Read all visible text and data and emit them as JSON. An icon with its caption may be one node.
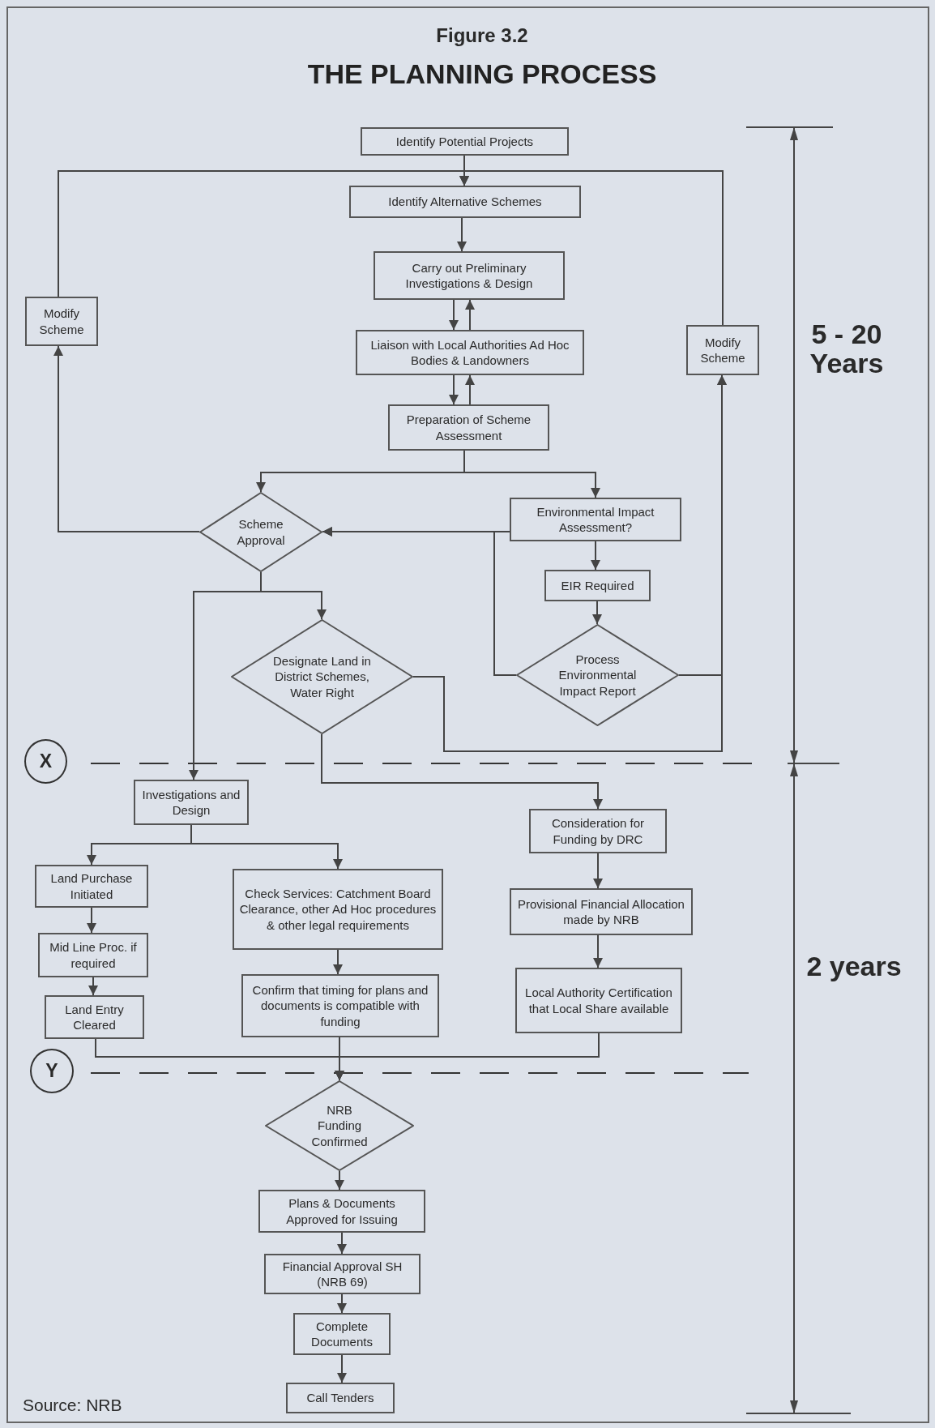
{
  "diagram": {
    "title": "THE PLANNING PROCESS",
    "nodes": [
      {
        "text": [
          "Identify Potential Projects"
        ]
      },
      {
        "text": [
          "Identify Alternative Schemes"
        ]
      },
      {
        "text": [
          "Carry out Preliminary Investigations & Design"
        ]
      },
      {
        "text": [
          "Liaison with Local Authorities Ad Hoc Bodies & Landowners"
        ]
      },
      {
        "text": [
          "Preparation of Scheme Assessment"
        ]
      },
      {
        "text": [
          "Modify Scheme"
        ]
      },
      {
        "text": [
          "Modify Scheme"
        ]
      },
      {
        "text": [
          "Scheme Approval"
        ]
      },
      {
        "text": [
          "Environmental Impact Assessment?"
        ]
      },
      {
        "text": [
          "EIR Required"
        ]
      },
      {
        "text": [
          "Process Environmental Impact Report"
        ]
      },
      {
        "text": [
          "Designate Land in District Schemes, Water Right"
        ]
      },
      {
        "text": [
          "X"
        ]
      },
      {
        "text": [
          "Investigations and Design"
        ]
      },
      {
        "text": [
          "Consideration for Funding by DRC"
        ]
      },
      {
        "text": [
          "Land Purchase Initiated"
        ]
      },
      {
        "text": [
          "Check Services: Catchment Board Clearance, other Ad Hoc procedures & other legal requirements"
        ]
      },
      {
        "text": [
          "Provisional Financial Allocation made by NRB"
        ]
      },
      {
        "text": [
          "Mid Line Proc. if required"
        ]
      },
      {
        "text": [
          "Land Entry Cleared"
        ]
      },
      {
        "text": [
          "Confirm that timing for plans and documents is compatible with funding"
        ]
      },
      {
        "text": [
          "Local Authority Certification that Local Share available"
        ]
      },
      {
        "text": [
          "Y"
        ]
      },
      {
        "text": [
          "NRB Funding Confirmed"
        ]
      },
      {
        "text": [
          "Plans & Documents Approved for Issuing"
        ]
      },
      {
        "text": [
          "Financial Approval SH (NRB 69)"
        ]
      },
      {
        "text": [
          "Complete Documents"
        ]
      },
      {
        "text": [
          "Call Tenders"
        ]
      }
    ],
    "edges": [
      {
        "from": 0,
        "to": 1,
        "arrow": "to"
      },
      {
        "from": 5,
        "to": 1,
        "arrow": "to"
      },
      {
        "from": 6,
        "to": 1,
        "arrow": "to"
      },
      {
        "from": 1,
        "to": 2,
        "arrow": "to"
      },
      {
        "from": 2,
        "to": 3,
        "arrow": "to"
      },
      {
        "from": 3,
        "to": 2,
        "arrow": "to"
      },
      {
        "from": 3,
        "to": 4,
        "arrow": "to"
      },
      {
        "from": 4,
        "to": 3,
        "arrow": "to"
      },
      {
        "from": 4,
        "to": 7,
        "arrow": "to"
      },
      {
        "from": 4,
        "to": 8,
        "arrow": "to"
      },
      {
        "from": 7,
        "to": 5,
        "arrow": "to"
      },
      {
        "from": 8,
        "to": 7,
        "arrow": "to"
      },
      {
        "from": 8,
        "to": 9,
        "arrow": "to"
      },
      {
        "from": 9,
        "to": 10,
        "arrow": "to"
      },
      {
        "from": 10,
        "to": 7,
        "arrow": "to"
      },
      {
        "from": 10,
        "to": 6,
        "arrow": "to"
      },
      {
        "from": 11,
        "to": 6,
        "arrow": "to"
      },
      {
        "from": 7,
        "to": 13,
        "arrow": "to"
      },
      {
        "from": 7,
        "to": 11,
        "arrow": "to"
      },
      {
        "from": 11,
        "to": 14,
        "arrow": "to"
      },
      {
        "from": 13,
        "to": 15,
        "arrow": "to"
      },
      {
        "from": 13,
        "to": 16,
        "arrow": "to"
      },
      {
        "from": 15,
        "to": 18,
        "arrow": "to"
      },
      {
        "from": 18,
        "to": 19,
        "arrow": "to"
      },
      {
        "from": 16,
        "to": 20,
        "arrow": "to"
      },
      {
        "from": 14,
        "to": 17,
        "arrow": "to"
      },
      {
        "from": 17,
        "to": 21,
        "arrow": "to"
      },
      {
        "from": 19,
        "to": 23,
        "arrow": "to"
      },
      {
        "from": 20,
        "to": 23,
        "arrow": "to"
      },
      {
        "from": 21,
        "to": 23,
        "arrow": "to"
      },
      {
        "from": 23,
        "to": 24,
        "arrow": "to"
      },
      {
        "from": 24,
        "to": 25,
        "arrow": "to"
      },
      {
        "from": 25,
        "to": 26,
        "arrow": "to"
      },
      {
        "from": 26,
        "to": 27,
        "arrow": "to"
      }
    ],
    "labels": [
      "Figure 3.2",
      "5 - 20 Years",
      "2 years",
      "Source: NRB"
    ]
  }
}
